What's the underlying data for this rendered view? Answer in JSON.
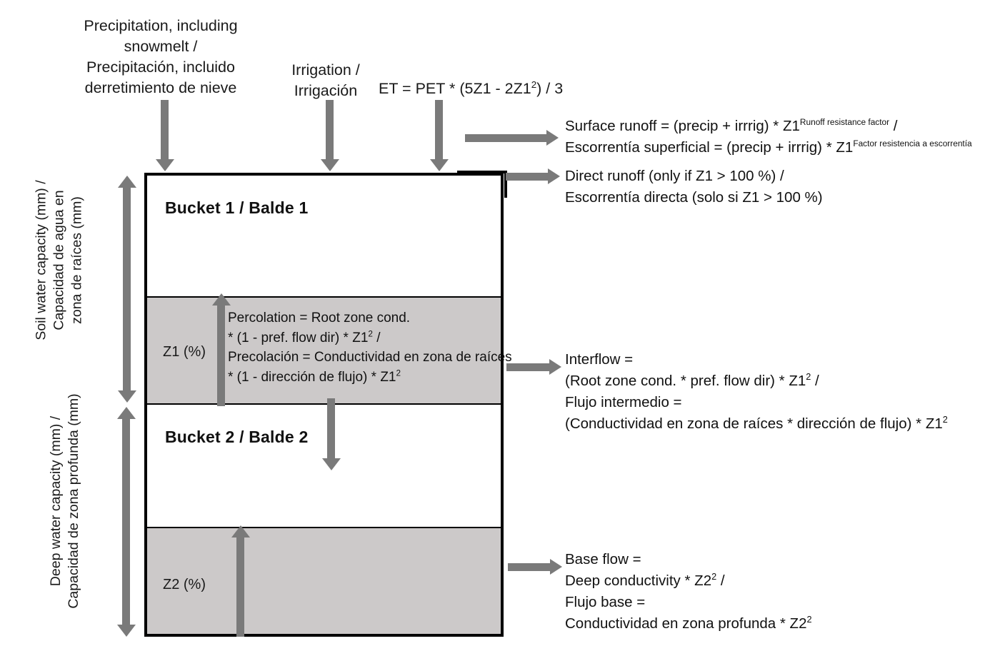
{
  "figure": {
    "type": "diagram",
    "title": "Two-bucket soil water balance model (bilingual English / Spanish)",
    "colors": {
      "band_gray": "#ccc9c9",
      "arrow_gray": "#7a7a7a",
      "outline_black": "#000000",
      "text": "#1a1a1a",
      "background": "#ffffff"
    }
  },
  "inflows": {
    "precipitation": "Precipitation, including\nsnowmelt /\nPrecipitación, incluido\nderretimiento de nieve",
    "irrigation": "Irrigation /\nIrrigación",
    "et_prefix": "ET = PET * (5Z1 - 2Z1",
    "et_exponent": "2",
    "et_suffix": ") / 3"
  },
  "buckets": {
    "bucket1_title": "Bucket 1 / Balde 1",
    "bucket2_title": "Bucket 2 / Balde 2",
    "z1_label": "Z1 (%)",
    "z2_label": "Z2 (%)"
  },
  "percolation": {
    "line1": "Percolation = Root zone cond.",
    "line2_pre": "* (1 - pref. flow dir) * Z1",
    "line2_sup": "2",
    "line2_post": " /",
    "line3": "Precolación = Conductividad en zona de raíces",
    "line4_pre": "* (1 - dirección de flujo) * Z1",
    "line4_sup": "2"
  },
  "outflows": {
    "surface_runoff": {
      "en_pre": "Surface runoff = (precip + irrrig) * Z1",
      "en_sup": "Runoff resistance factor",
      "en_post": " /",
      "es_pre": "Escorrentía superficial = (precip + irrrig) * Z1",
      "es_sup": "Factor resistencia a escorrentía"
    },
    "direct_runoff": {
      "en": "Direct runoff (only if Z1 > 100 %) /",
      "es": "Escorrentía directa (solo si Z1 > 100 %)"
    },
    "interflow": {
      "line1": "Interflow =",
      "line2_pre": "(Root zone cond. * pref. flow dir) * Z1",
      "line2_sup": "2",
      "line2_post": " /",
      "line3": "Flujo intermedio =",
      "line4_pre": "(Conductividad en zona de raíces * dirección de flujo) * Z1",
      "line4_sup": "2"
    },
    "base_flow": {
      "line1": "Base flow =",
      "line2_pre": "Deep conductivity * Z2",
      "line2_sup": "2",
      "line2_post": " /",
      "line3": "Flujo base =",
      "line4_pre": "Conductividad en zona profunda * Z2",
      "line4_sup": "2"
    }
  },
  "axes": {
    "soil_water_capacity": "Soil water capacity (mm) /\nCapacidad de agua en\nzona de raíces (mm)",
    "deep_water_capacity": "Deep water capacity (mm) /\nCapacidad de zona profunda (mm)"
  }
}
